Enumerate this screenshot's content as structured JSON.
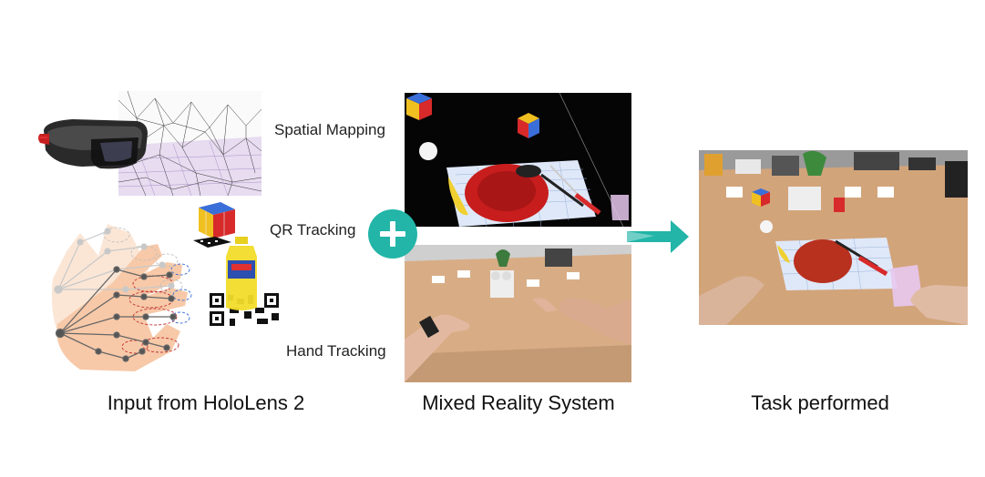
{
  "labels": {
    "spatial_mapping": "Spatial Mapping",
    "qr_tracking": "QR Tracking",
    "hand_tracking": "Hand Tracking"
  },
  "captions": {
    "input": "Input from HoloLens 2",
    "system": "Mixed Reality System",
    "task": "Task performed"
  },
  "colors": {
    "plus_circle": "#22b5a8",
    "arrow": "#22b5a8",
    "hand_skin": "#f7c9a8",
    "mesh_line": "#333333",
    "plate_red": "#c81d1d"
  },
  "icons": {
    "plus": "plus-icon",
    "arrow": "right-arrow-icon"
  }
}
